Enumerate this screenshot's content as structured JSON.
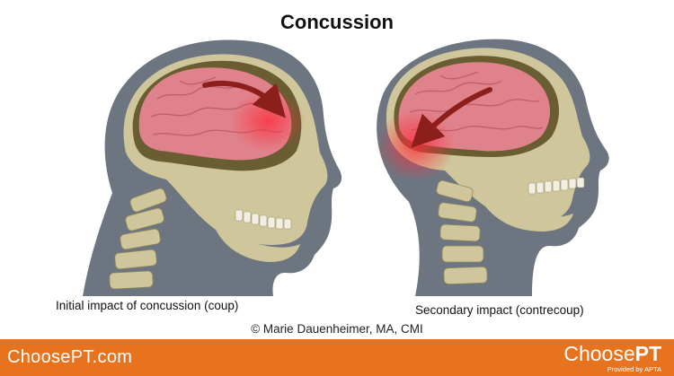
{
  "title": "Concussion",
  "captions": {
    "left": "Initial impact of concussion (coup)",
    "right": "Secondary impact (contrecoup)"
  },
  "credit": "© Marie Dauenheimer, MA, CMI",
  "footer": {
    "url": "ChoosePT.com",
    "logo_prefix": "Choose",
    "logo_suffix": "PT",
    "logo_sub": "Provided by APTA"
  },
  "colors": {
    "footer_bg": "#e8731f",
    "head_silhouette": "#6d7680",
    "brain": "#e0828b",
    "impact": "#e8323f",
    "arrow": "#8c1f1c",
    "bone": "#cfc69b"
  }
}
